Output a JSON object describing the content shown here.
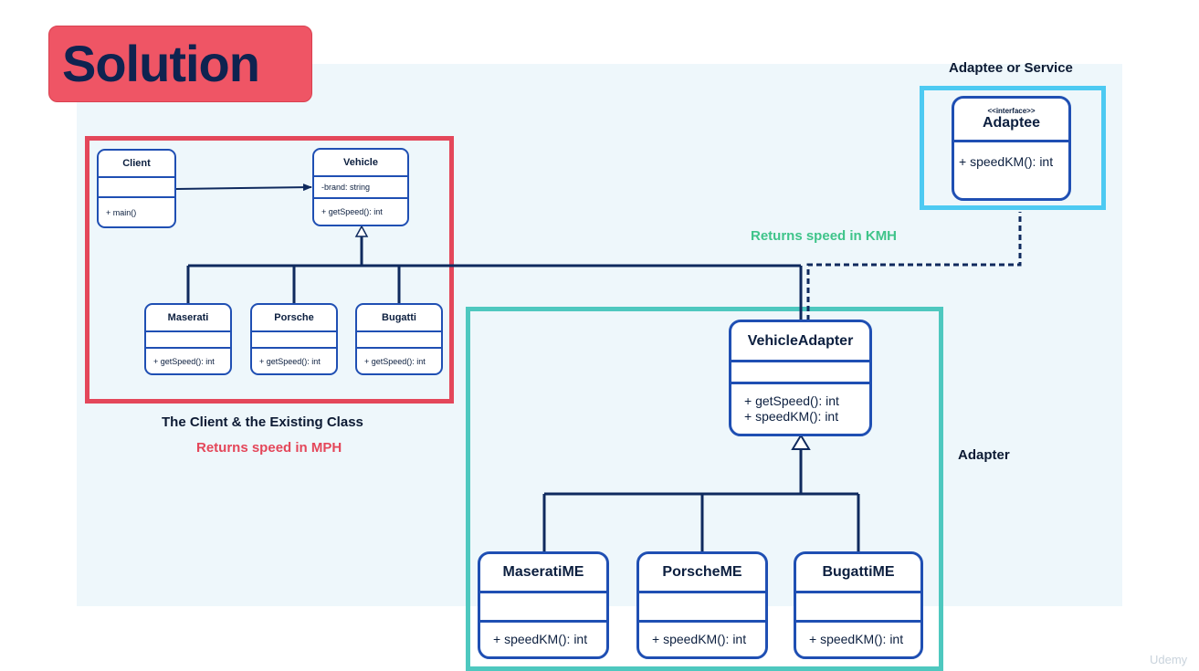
{
  "title": "Solution",
  "labels": {
    "client_group": "The Client & the Existing Class",
    "client_returns": "Returns speed in MPH",
    "adaptee_group": "Adaptee or Service",
    "adaptee_returns": "Returns speed in KMH",
    "adapter_group": "Adapter"
  },
  "classes": {
    "client": {
      "name": "Client",
      "attrs": "",
      "methods": "+ main()"
    },
    "vehicle": {
      "name": "Vehicle",
      "attrs": "-brand: string",
      "methods": "+ getSpeed(): int"
    },
    "maserati": {
      "name": "Maserati",
      "methods": "+ getSpeed(): int"
    },
    "porsche": {
      "name": "Porsche",
      "methods": "+ getSpeed(): int"
    },
    "bugatti": {
      "name": "Bugatti",
      "methods": "+ getSpeed(): int"
    },
    "adaptee": {
      "stereotype": "<<interface>>",
      "name": "Adaptee",
      "methods": "+ speedKM(): int"
    },
    "vehicle_adapter": {
      "name": "VehicleAdapter",
      "method1": "+ getSpeed(): int",
      "method2": "+ speedKM(): int"
    },
    "maserati_me": {
      "name": "MaseratiME",
      "methods": "+ speedKM(): int"
    },
    "porsche_me": {
      "name": "PorscheME",
      "methods": "+ speedKM(): int"
    },
    "bugatti_me": {
      "name": "BugattiME",
      "methods": "+ speedKM(): int"
    }
  },
  "watermark": "Udemy",
  "colors": {
    "title_badge": "#ef5565",
    "client_group_border": "#e4475a",
    "adapter_group_border": "#4ec8bf",
    "adaptee_group_border": "#4dcaf2",
    "class_border": "#1f4fb3",
    "connector": "#0f2a5e",
    "kmh_label": "#3fc48a",
    "mph_label": "#e4475a"
  }
}
